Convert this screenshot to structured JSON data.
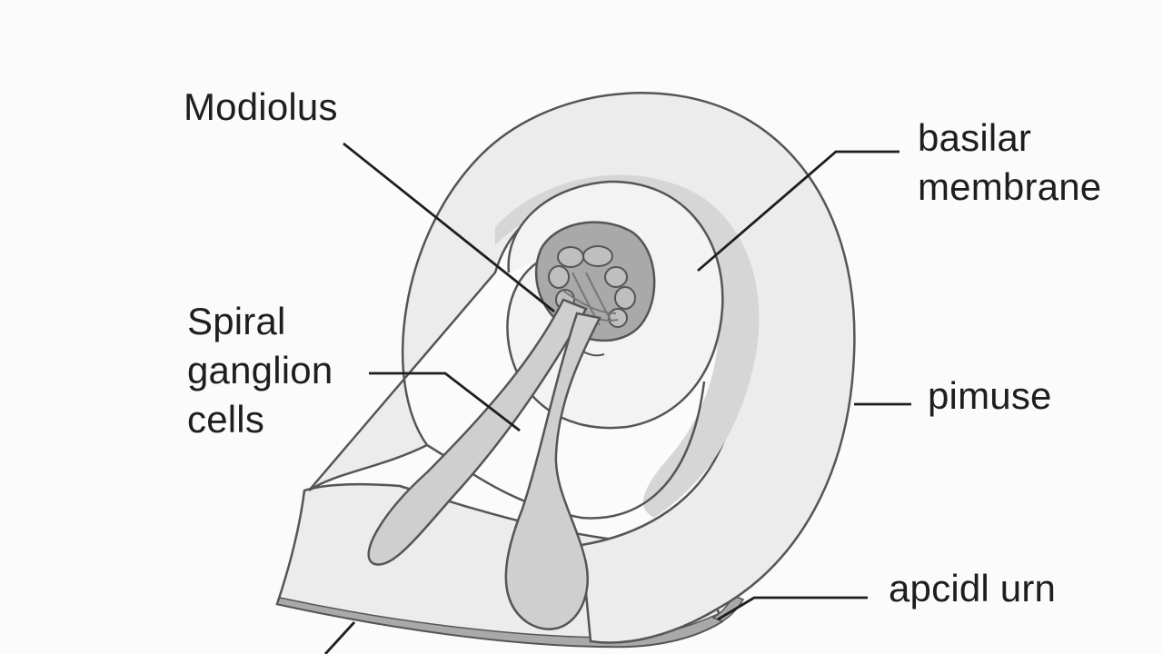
{
  "labels": {
    "modiolus": "Modiolus",
    "basilar_membrane": [
      "basilar",
      "membrane"
    ],
    "spiral_ganglion": [
      "Spiral",
      "ganglion",
      "cells"
    ],
    "pimuse": "pimuse",
    "apcidl_urn": "apcidl urn"
  },
  "colors": {
    "background": "#fbfbfb",
    "outline": "#555555",
    "fill_light": "#ececec",
    "fill_mid": "#d6d6d6",
    "fill_dark": "#a9a9a9",
    "leader_line": "#1e1e1e",
    "text": "#1e1e1e"
  }
}
